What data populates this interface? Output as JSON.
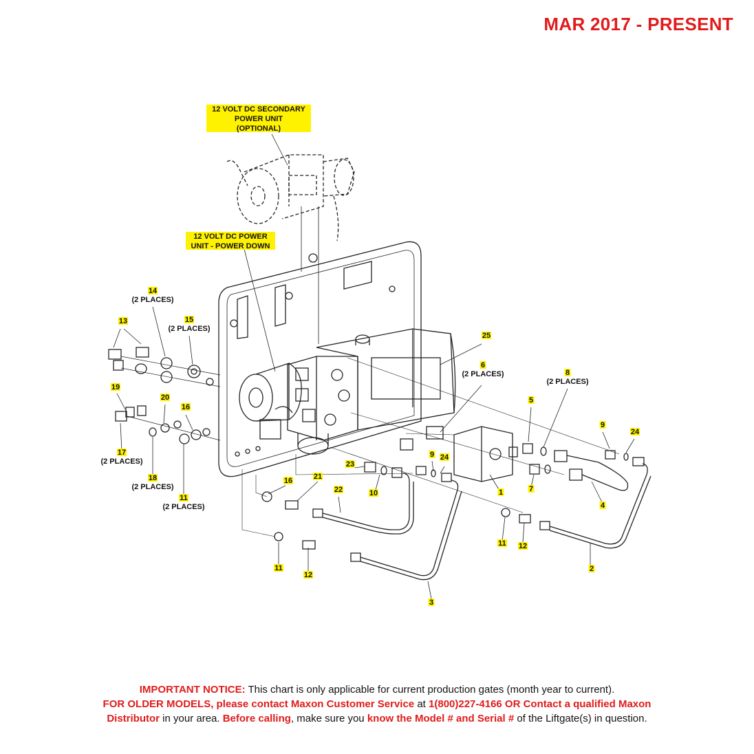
{
  "header": {
    "date_range": "MAR 2017 - PRESENT"
  },
  "labels": {
    "secondary_unit": [
      "12 VOLT DC SECONDARY",
      "POWER UNIT",
      "(OPTIONAL)"
    ],
    "power_unit": [
      "12 VOLT DC POWER",
      "UNIT - POWER DOWN"
    ]
  },
  "callouts": [
    {
      "id": "c1",
      "num": "1",
      "sub": ""
    },
    {
      "id": "c2",
      "num": "2",
      "sub": ""
    },
    {
      "id": "c3",
      "num": "3",
      "sub": ""
    },
    {
      "id": "c4",
      "num": "4",
      "sub": ""
    },
    {
      "id": "c5",
      "num": "5",
      "sub": ""
    },
    {
      "id": "c6",
      "num": "6",
      "sub": "(2 PLACES)"
    },
    {
      "id": "c7",
      "num": "7",
      "sub": ""
    },
    {
      "id": "c8",
      "num": "8",
      "sub": "(2 PLACES)"
    },
    {
      "id": "c9a",
      "num": "9",
      "sub": ""
    },
    {
      "id": "c9b",
      "num": "9",
      "sub": ""
    },
    {
      "id": "c10",
      "num": "10",
      "sub": ""
    },
    {
      "id": "c11a",
      "num": "11",
      "sub": "(2 PLACES)"
    },
    {
      "id": "c11b",
      "num": "11",
      "sub": ""
    },
    {
      "id": "c11c",
      "num": "11",
      "sub": ""
    },
    {
      "id": "c12a",
      "num": "12",
      "sub": ""
    },
    {
      "id": "c12b",
      "num": "12",
      "sub": ""
    },
    {
      "id": "c13",
      "num": "13",
      "sub": ""
    },
    {
      "id": "c14",
      "num": "14",
      "sub": "(2 PLACES)"
    },
    {
      "id": "c15",
      "num": "15",
      "sub": "(2 PLACES)"
    },
    {
      "id": "c16a",
      "num": "16",
      "sub": ""
    },
    {
      "id": "c16b",
      "num": "16",
      "sub": ""
    },
    {
      "id": "c17",
      "num": "17",
      "sub": "(2 PLACES)"
    },
    {
      "id": "c18",
      "num": "18",
      "sub": "(2 PLACES)"
    },
    {
      "id": "c19",
      "num": "19",
      "sub": ""
    },
    {
      "id": "c20",
      "num": "20",
      "sub": ""
    },
    {
      "id": "c21",
      "num": "21",
      "sub": ""
    },
    {
      "id": "c22",
      "num": "22",
      "sub": ""
    },
    {
      "id": "c23",
      "num": "23",
      "sub": ""
    },
    {
      "id": "c24a",
      "num": "24",
      "sub": ""
    },
    {
      "id": "c24b",
      "num": "24",
      "sub": ""
    },
    {
      "id": "c25",
      "num": "25",
      "sub": ""
    }
  ],
  "notice": {
    "l1_bold": "IMPORTANT NOTICE:",
    "l1_rest": " This chart is only applicable for current production gates (month year to current).",
    "l2_bold": "FOR OLDER MODELS, please contact Maxon Customer Service",
    "l2_mid": " at ",
    "l2_bold2": "1(800)227-4166 OR Contact a qualified Maxon",
    "l3_bold": "Distributor",
    "l3_mid": " in your area. ",
    "l3_bold2": "Before calling",
    "l3_mid2": ", make sure you ",
    "l3_bold3": "know the Model # and Serial #",
    "l3_rest": " of the Liftgate(s) in question."
  }
}
